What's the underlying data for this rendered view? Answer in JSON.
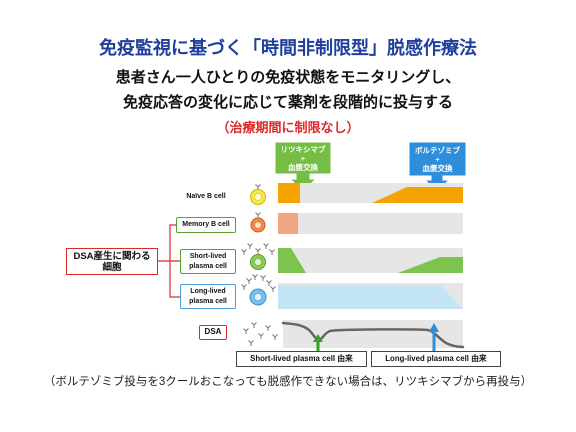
{
  "slide": {
    "title": "免疫監視に基づく「時間非制限型」脱感作療法",
    "subtitle_line1": "患者さん一人ひとりの免疫状態をモニタリングし、",
    "subtitle_line2": "免疫応答の変化に応じて薬剤を段階的に投与する",
    "duration_note": "（治療期間に制限なし）",
    "footnote": "（ボルテゾミブ投与を3クールおこなっても脱感作できない場合は、リツキシマブから再投与）"
  },
  "treatments": [
    {
      "drug": "リツキシマブ",
      "plus": "+",
      "procedure": "血漿交換",
      "color": "#74bf43"
    },
    {
      "drug": "ボルテゾミブ",
      "plus": "+",
      "procedure": "血漿交換",
      "color": "#2d8fdb"
    }
  ],
  "cell_rows": [
    {
      "line1": "Naïve B cell",
      "icon": "naive-b-cell-icon"
    },
    {
      "line1": "Memory B cell",
      "icon": "memory-b-cell-icon"
    },
    {
      "line1": "Short-lived",
      "line2": "plasma cell",
      "icon": "short-lived-plasma-cell-icon"
    },
    {
      "line1": "Long-lived",
      "line2": "plasma cell",
      "icon": "long-lived-plasma-cell-icon"
    }
  ],
  "dsa": {
    "label": "DSA",
    "icon": "antibody-icon"
  },
  "group_label": {
    "line1": "DSA産生に関わる",
    "line2": "細胞"
  },
  "origin_labels": [
    "Short-lived plasma cell 由来",
    "Long-lived plasma cell 由来"
  ],
  "colors": {
    "title": "#1f3f9e",
    "emphasis": "#e02828",
    "naive_b_cell": "#f5a300",
    "memory_b_cell": "#f4a582",
    "short_lived_plasma_cell": "#7cc44e",
    "long_lived_plasma_cell": "#c3e4f5",
    "dsa_curve": "#666666",
    "track": "#e6e6e6"
  }
}
